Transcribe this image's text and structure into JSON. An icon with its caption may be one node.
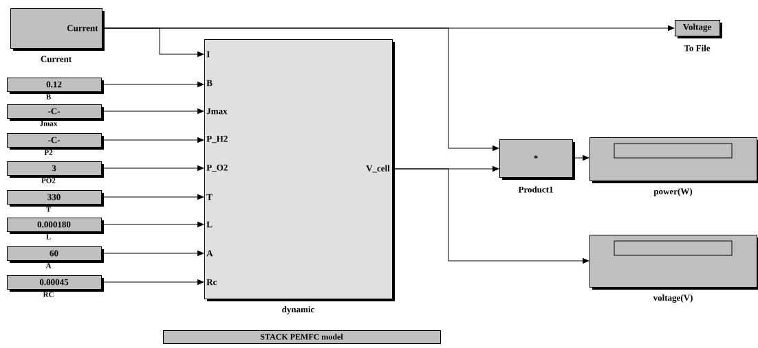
{
  "diagram": {
    "nodes": [
      {
        "text": [
          "Current",
          "Current"
        ]
      },
      {
        "text": [
          "0.12",
          "B"
        ]
      },
      {
        "text": [
          "-C-",
          "Jmax"
        ]
      },
      {
        "text": [
          "-C-",
          "P2"
        ]
      },
      {
        "text": [
          "3",
          "PO2"
        ]
      },
      {
        "text": [
          "330",
          "T"
        ]
      },
      {
        "text": [
          "0.000180",
          "L"
        ]
      },
      {
        "text": [
          "60",
          "A"
        ]
      },
      {
        "text": [
          "0.00045",
          "RC"
        ]
      },
      {
        "text": [
          "I",
          "B",
          "Jmax",
          "P_H2",
          "P_O2",
          "T",
          "L",
          "A",
          "Rc",
          "V_cell",
          "dynamic"
        ]
      },
      {
        "text": [
          "Voltage",
          "To File"
        ]
      },
      {
        "text": [
          "*",
          "Product1"
        ]
      },
      {
        "text": [
          "power(W)"
        ]
      },
      {
        "text": [
          "voltage(V)"
        ]
      },
      {
        "text": [
          "STACK PEMFC model"
        ]
      }
    ],
    "edges": [
      {
        "from": 0,
        "to": 9,
        "arrow": "to"
      },
      {
        "from": 1,
        "to": 9,
        "arrow": "to"
      },
      {
        "from": 2,
        "to": 9,
        "arrow": "to"
      },
      {
        "from": 3,
        "to": 9,
        "arrow": "to"
      },
      {
        "from": 4,
        "to": 9,
        "arrow": "to"
      },
      {
        "from": 5,
        "to": 9,
        "arrow": "to"
      },
      {
        "from": 6,
        "to": 9,
        "arrow": "to"
      },
      {
        "from": 7,
        "to": 9,
        "arrow": "to"
      },
      {
        "from": 8,
        "to": 9,
        "arrow": "to"
      },
      {
        "from": 0,
        "to": 10,
        "arrow": "to"
      },
      {
        "from": 0,
        "to": 11,
        "arrow": "to"
      },
      {
        "from": 9,
        "to": 11,
        "arrow": "to"
      },
      {
        "from": 9,
        "to": 13,
        "arrow": "to"
      },
      {
        "from": 11,
        "to": 12,
        "arrow": "to"
      }
    ]
  }
}
